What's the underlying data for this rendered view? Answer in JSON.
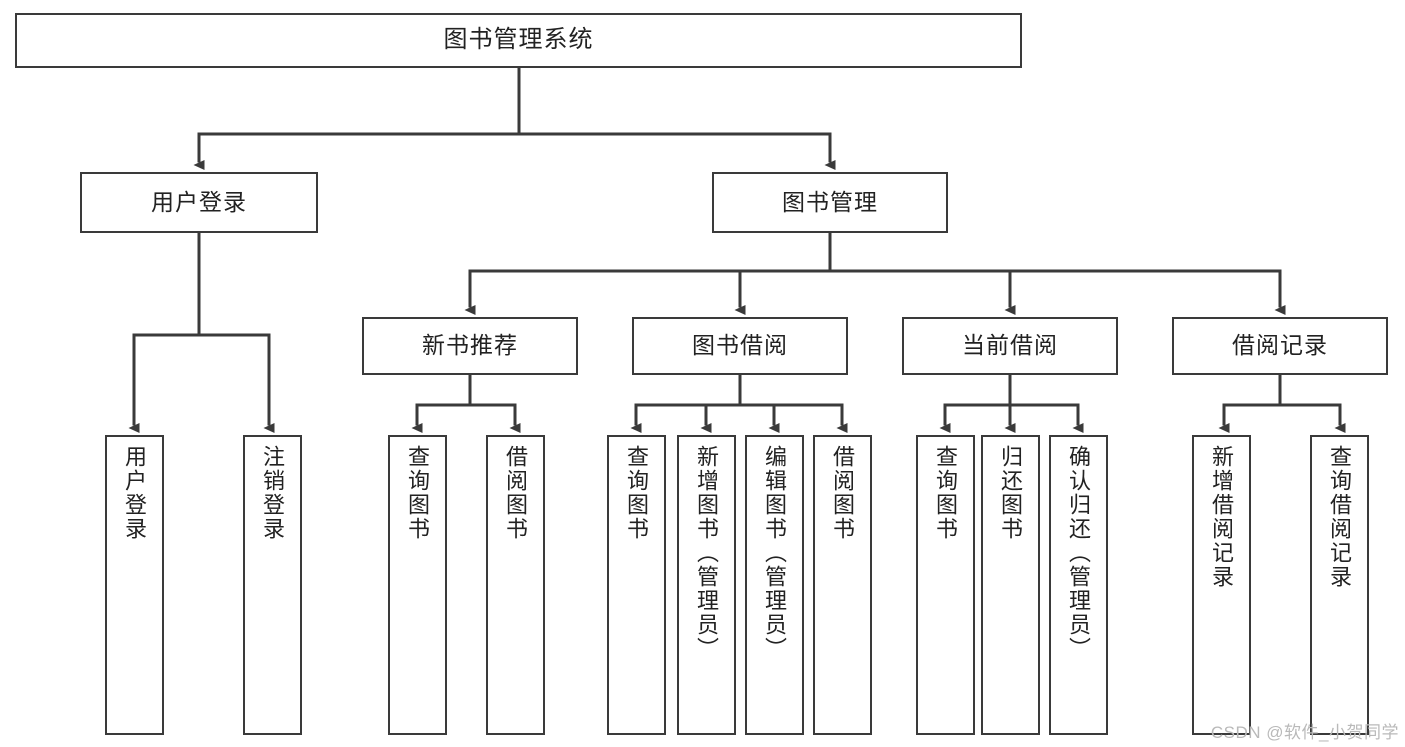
{
  "diagram": {
    "type": "tree-hierarchy",
    "title": "图书管理系统",
    "watermark": "CSDN @软件_小贺同学",
    "colors": {
      "stroke": "#3a3a3a",
      "text": "#222222",
      "background": "#ffffff",
      "watermark": "#b9b9b9"
    },
    "levels": {
      "root": "图书管理系统",
      "level2": [
        "用户登录",
        "图书管理"
      ],
      "level3": [
        "新书推荐",
        "图书借阅",
        "当前借阅",
        "借阅记录"
      ]
    },
    "nodes": {
      "root": "图书管理系统",
      "user_login": "用户登录",
      "book_manage": "图书管理",
      "new_book_rec": "新书推荐",
      "book_borrow": "图书借阅",
      "current_borrow": "当前借阅",
      "borrow_record": "借阅记录",
      "leaf_user_login": "用户登录",
      "leaf_logout": "注销登录",
      "leaf_query_book_1": "查询图书",
      "leaf_borrow_book_1": "借阅图书",
      "leaf_query_book_2": "查询图书",
      "leaf_add_book_admin": "新增图书（管理员）",
      "leaf_edit_book_admin": "编辑图书（管理员）",
      "leaf_borrow_book_2": "借阅图书",
      "leaf_query_book_3": "查询图书",
      "leaf_return_book": "归还图书",
      "leaf_confirm_return_admin": "确认归还（管理员）",
      "leaf_add_borrow_record": "新增借阅记录",
      "leaf_query_borrow_record": "查询借阅记录"
    },
    "edges": [
      {
        "from": "图书管理系统",
        "to": "用户登录"
      },
      {
        "from": "图书管理系统",
        "to": "图书管理"
      },
      {
        "from": "用户登录",
        "to": "用户登录"
      },
      {
        "from": "用户登录",
        "to": "注销登录"
      },
      {
        "from": "图书管理",
        "to": "新书推荐"
      },
      {
        "from": "图书管理",
        "to": "图书借阅"
      },
      {
        "from": "图书管理",
        "to": "当前借阅"
      },
      {
        "from": "图书管理",
        "to": "借阅记录"
      },
      {
        "from": "新书推荐",
        "to": "查询图书"
      },
      {
        "from": "新书推荐",
        "to": "借阅图书"
      },
      {
        "from": "图书借阅",
        "to": "查询图书"
      },
      {
        "from": "图书借阅",
        "to": "新增图书（管理员）"
      },
      {
        "from": "图书借阅",
        "to": "编辑图书（管理员）"
      },
      {
        "from": "图书借阅",
        "to": "借阅图书"
      },
      {
        "from": "当前借阅",
        "to": "查询图书"
      },
      {
        "from": "当前借阅",
        "to": "归还图书"
      },
      {
        "from": "当前借阅",
        "to": "确认归还（管理员）"
      },
      {
        "from": "借阅记录",
        "to": "新增借阅记录"
      },
      {
        "from": "借阅记录",
        "to": "查询借阅记录"
      }
    ]
  }
}
